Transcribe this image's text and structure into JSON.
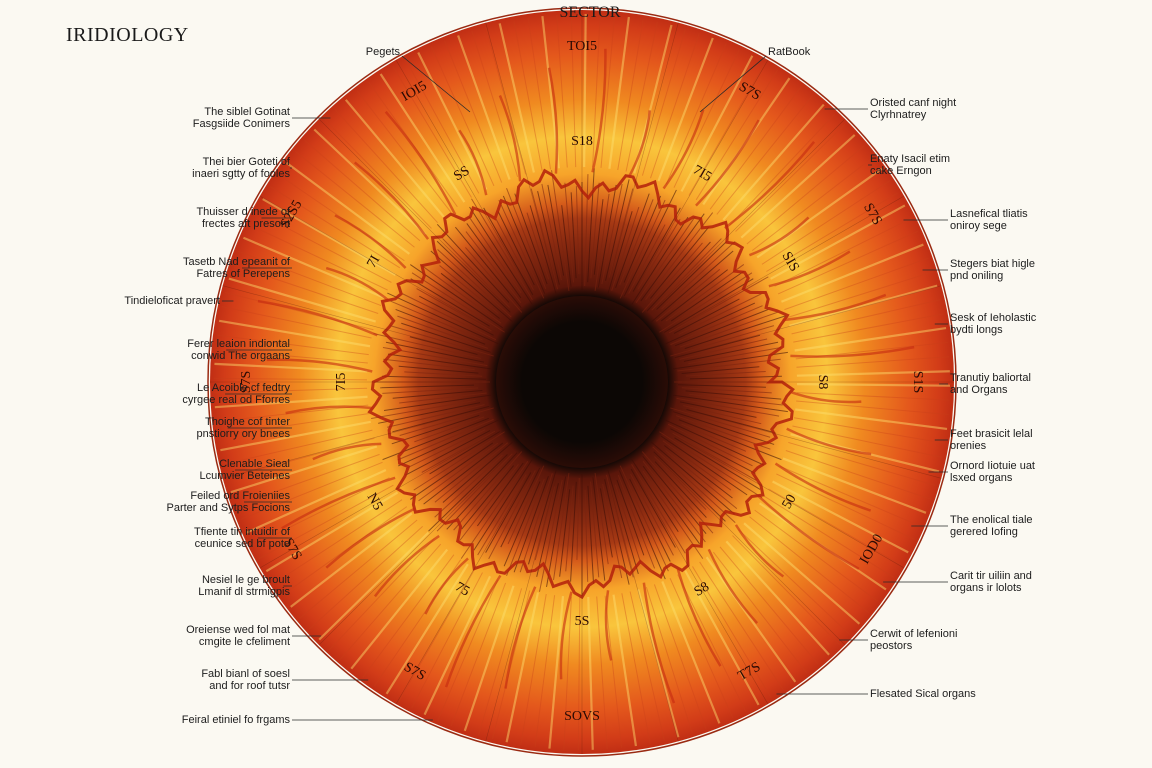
{
  "title": "IRIDIOLOGY",
  "top_title": "SECTOR",
  "labels_top": {
    "left": "Pegets",
    "right": "RatBook"
  },
  "labels_left": [
    [
      "The siblel Gotinat",
      "Fasgsiide Conimers"
    ],
    [
      "Thei bier Goteti of",
      "inaeri sgtty of fooles"
    ],
    [
      "Thuisser d inede of",
      "frectes aft presont"
    ],
    [
      "Tasetb Nad epeanit of",
      "Fatres of Perepens"
    ],
    [
      "Tindieloficat pravert"
    ],
    [
      "Ferer leaion indiontal",
      "conwid The orgaans"
    ],
    [
      "Le Acoible cf fedtry",
      "cyrgee real od Fforres"
    ],
    [
      "Thoighe cof tinter",
      "pnstiorry ory bnees"
    ],
    [
      "Clenable Sieal",
      "Lcumvier Beteines"
    ],
    [
      "Feiled ord Froieniies",
      "Parter and Sytps Focions"
    ],
    [
      "Tfiente tin intuidir of",
      "ceunice sed bf pote"
    ],
    [
      "Nesiel le ge broult",
      "Lmanif dl strmigpis"
    ],
    [
      "Oreiense wed fol mat",
      "cmgite le cfeliment"
    ],
    [
      "Fabl bianl of soesl",
      "and for roof tutsr"
    ],
    [
      "Feiral etiniel fo frgams"
    ]
  ],
  "labels_right": [
    [
      "Oristed canf night",
      "Clyrhnatrey"
    ],
    [
      "Enaty Isacil etim",
      "cake Erngon"
    ],
    [
      "Lasnefical tliatis",
      "oniroy sege"
    ],
    [
      "Stegers biat higle",
      "pnd oniling"
    ],
    [
      "Sesk of Ieholastic",
      "bydti longs"
    ],
    [
      "Tranutiy baliortal",
      "and Organs"
    ],
    [
      "Feet brasicit lelal",
      "orenies"
    ],
    [
      "Ornord Iiotuie uat",
      "lsxed organs"
    ],
    [
      "The enolical tiale",
      "gerered Iofing"
    ],
    [
      "Carit tir uiliin and",
      "organs ir lolots"
    ],
    [
      "Cerwit of lefenioni",
      "peostors"
    ],
    [
      "Flesated Sical organs"
    ]
  ],
  "ring_codes_outer": [
    "TOI5",
    "S7S",
    "S7S",
    "S1S",
    "IOD0",
    "T7S",
    "SOVS",
    "S7S",
    "S7S",
    "S7S",
    "S2S5",
    "IOI5"
  ],
  "ring_codes_inner": [
    "S18",
    "7I5",
    "SIS",
    "S8",
    "50",
    "S8",
    "5S",
    "75",
    "N5",
    "7I5",
    "7I",
    "SS"
  ],
  "colors": {
    "background": "#fbf9f2",
    "iris_outer": "#d8401a",
    "iris_mid": "#f28a1f",
    "iris_yellow": "#f7c63a",
    "collarette": "#b02a10",
    "pupil_zone": "#6b1a0c",
    "pupil": "#0c0705"
  }
}
